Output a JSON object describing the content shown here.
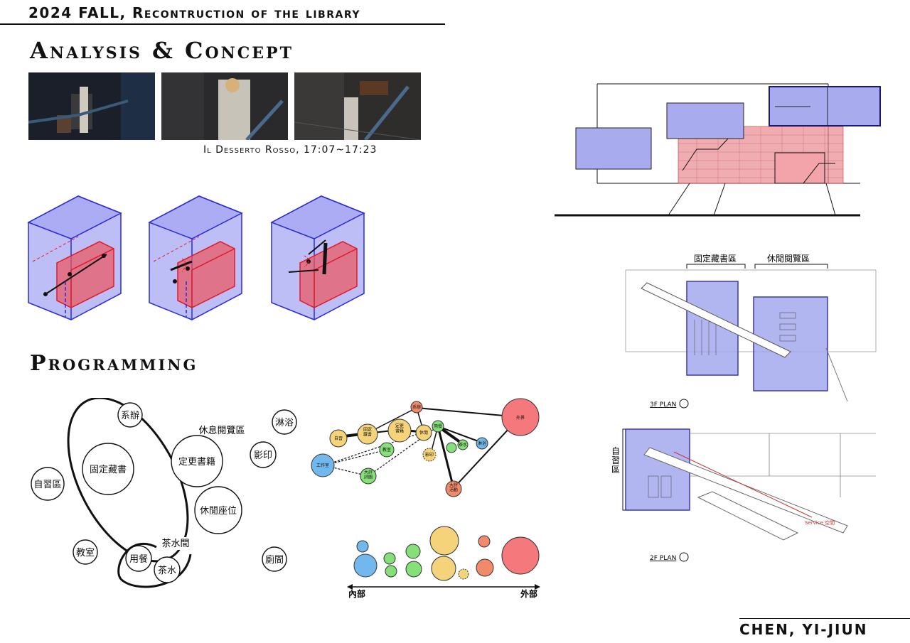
{
  "header": {
    "title": "2024 FALL, Recontruction of the library"
  },
  "sections": {
    "analysis": "Analysis & Concept",
    "programming": "Programming"
  },
  "film_caption": "Il Desserto Rosso, 17:07~17:23",
  "bubble_diagram": {
    "group_lounge": "休息閱覽區",
    "group_tea": "茶水間",
    "items": {
      "xiban": "系辦",
      "linyu": "淋浴",
      "yingyin": "影印",
      "guding": "固定藏書",
      "zixi": "自習區",
      "dinggeng": "定更書籍",
      "xiuxian": "休閒座位",
      "jiaoshi": "教室",
      "yongcan": "用餐",
      "chashui": "茶水",
      "cesuo": "廁間"
    }
  },
  "network": {
    "zishi": "自習",
    "guding": "固定\n藏書",
    "dinggeng": "定更\n書籍",
    "xiuxian": "休閒",
    "xiban": "系辦",
    "waijie": "外界",
    "gongzuo": "工作室",
    "jiaoshi": "教室",
    "yingyin": "影印",
    "dapin": "大評\n評圖",
    "yongcan": "用餐",
    "chashui": "茶水",
    "linyu": "淋浴",
    "dapinhuo": "大評\n活動"
  },
  "gradient": {
    "inner": "內部",
    "outer": "外部"
  },
  "plans": {
    "zone_fixed": "固定藏書區",
    "zone_leisure": "休閒閱覽區",
    "plan3f": "3F PLAN",
    "plan2f": "2F PLAN",
    "zixi_vertical": "自\n習\n區",
    "service": "Service 空間"
  },
  "author": "CHEN, YI-JIUN",
  "colors": {
    "blue": "#7a7de8",
    "red": "#e8626a",
    "yellow": "#f4d37a",
    "green": "#86e07a",
    "lightblue": "#72b8ec",
    "orange": "#f08a6a",
    "pink": "#f4787c"
  }
}
